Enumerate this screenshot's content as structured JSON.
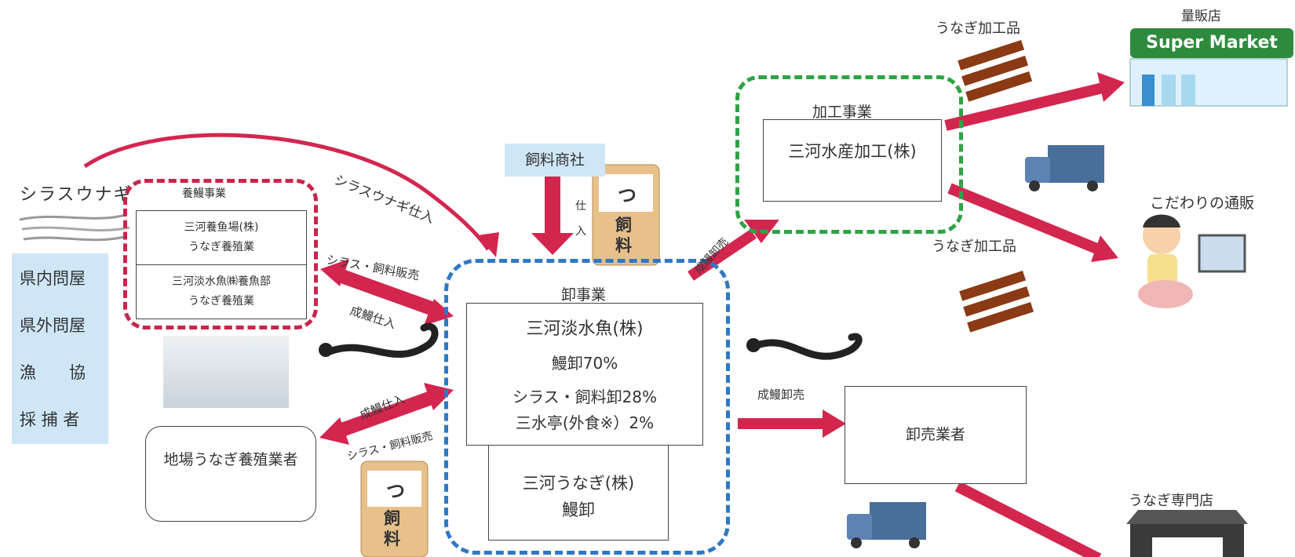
{
  "sources": {
    "glass_eel_label": "シラスウナギ",
    "list": [
      "県内問屋",
      "県外問屋",
      "漁　　協",
      "採 捕 者"
    ]
  },
  "farming": {
    "title": "養鰻事業",
    "farm1_line1": "三河養鱼場(株)",
    "farm1_line2": "うなぎ養殖業",
    "farm2_line1": "三河淡水魚㈱養魚部",
    "farm2_line2": "うなぎ養殖業"
  },
  "local_farmers": {
    "label": "地場うなぎ養殖業者"
  },
  "feed": {
    "supplier": "飼料商社",
    "purchase": "仕入",
    "can_label": "飼料",
    "can_mark": "つ"
  },
  "wholesale": {
    "title": "卸事業",
    "company": "三河淡水魚(株)",
    "eel_share": "鰻卸70%",
    "feed_share": "シラス・飼料卸28%",
    "restaurant_share": "三水亭(外食※）2%",
    "sub_company": "三河うなぎ(株)",
    "sub_role": "鰻卸"
  },
  "processing": {
    "title": "加工事業",
    "company": "三河水産加工(株)"
  },
  "wholesalers": {
    "label": "卸売業者"
  },
  "flows": {
    "glass_eel_purchase": "シラスウナギ仕入",
    "sales_to_farms": "シラス・飼料販売",
    "adult_eel_purchase_1": "成鰻仕入",
    "adult_eel_purchase_2": "成鰻仕入",
    "sales_to_local": "シラス・飼料販売",
    "adult_eel_wholesale_1": "成鰻卸売",
    "adult_eel_wholesale_2": "成鰻卸売"
  },
  "outlets": {
    "processed_1": "うなぎ加工品",
    "processed_2": "うなぎ加工品",
    "mass_retail": "量販店",
    "supermarket_sign": "Super Market",
    "mail_order": "こだわりの通販",
    "eel_restaurant": "うなぎ専門店"
  },
  "colors": {
    "arrow_red": "#d3264f",
    "red_dash": "#c8254a",
    "blue_dash": "#2f78c4",
    "green_dash": "#2ea345",
    "panel_blue": "#cfe6f7"
  }
}
